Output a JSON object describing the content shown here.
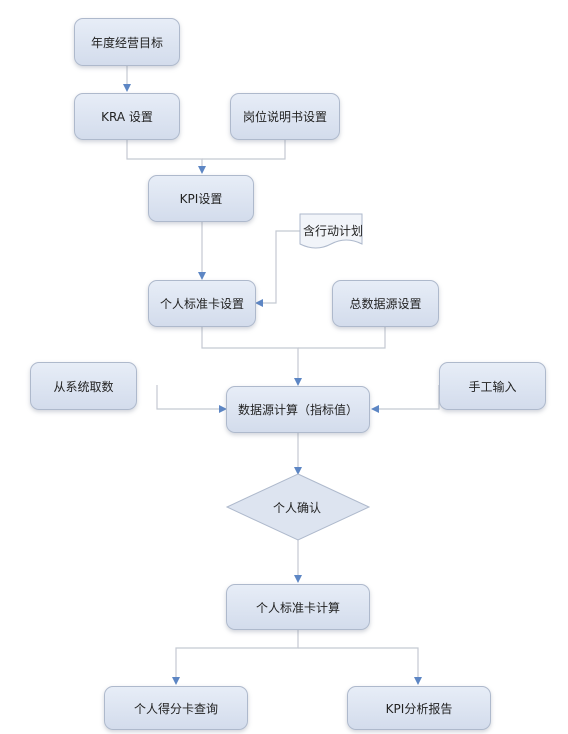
{
  "nodes": {
    "annual_goal": "年度经营目标",
    "kra_setting": "KRA 设置",
    "job_description": "岗位说明书设置",
    "kpi_setting": "KPI设置",
    "action_plan": "含行动计划",
    "personal_scorecard_setting": "个人标准卡设置",
    "total_data_source": "总数据源设置",
    "system_fetch": "从系统取数",
    "manual_input": "手工输入",
    "data_source_calc": "数据源计算（指标值）",
    "personal_confirm": "个人确认",
    "personal_scorecard_calc": "个人标准卡计算",
    "personal_score_query": "个人得分卡查询",
    "kpi_report": "KPI分析报告"
  },
  "colors": {
    "node_fill_top": "#e7edf7",
    "node_fill_bottom": "#d3dcec",
    "node_border": "#aeb9cc",
    "line_gray": "#c4c9d2",
    "arrow_blue": "#5d86c4"
  }
}
